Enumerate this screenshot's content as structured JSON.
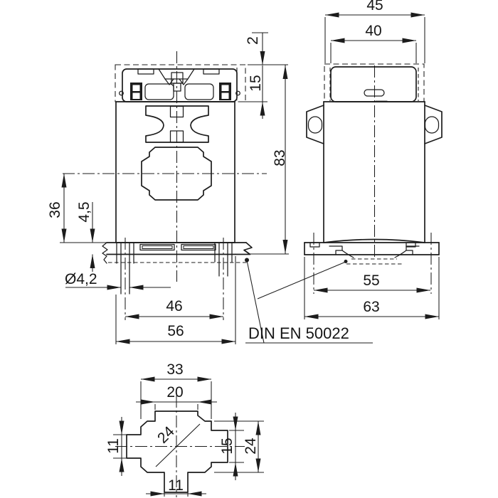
{
  "drawing": {
    "kind": "technical-dimension-drawing",
    "style": {
      "line_color": "#1c1c1c",
      "background": "#ffffff"
    },
    "rail_standard_label": "DIN EN 50022",
    "views": {
      "front": {
        "dims": {
          "cover_gap": "2",
          "terminal_height": "15",
          "overall_height": "83",
          "center_to_rail": "36",
          "clip_depth": "4,5",
          "hole_diameter": "Ø4,2",
          "hole_spacing": "46",
          "body_width": "56"
        }
      },
      "side": {
        "dims": {
          "top_width": "45",
          "cover_width": "40",
          "rail_span": "55",
          "foot_width": "63"
        }
      },
      "window_detail": {
        "dims": {
          "outer_width": "33",
          "top_slot_width": "20",
          "left_slot_height": "11",
          "diagonal": "24",
          "right_slot_height": "15",
          "window_height": "24",
          "bottom_slot_width": "11"
        }
      }
    }
  }
}
